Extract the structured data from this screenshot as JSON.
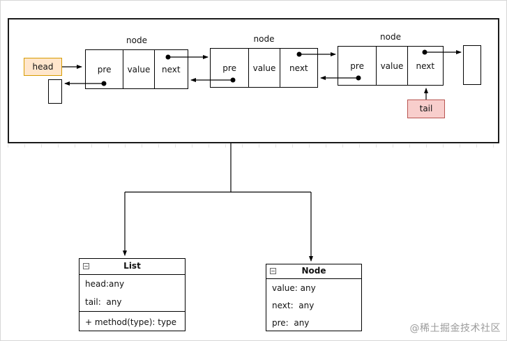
{
  "diagram": {
    "head": {
      "label": "head",
      "fill": "#ffe6cc",
      "border": "#d79b00"
    },
    "tail": {
      "label": "tail",
      "fill": "#f8cecc",
      "border": "#b85450"
    },
    "nodes": [
      {
        "label": "node",
        "cells": [
          "pre",
          "value",
          "next"
        ]
      },
      {
        "label": "node",
        "cells": [
          "pre",
          "value",
          "next"
        ]
      },
      {
        "label": "node",
        "cells": [
          "pre",
          "value",
          "next"
        ]
      }
    ]
  },
  "uml": {
    "list_class": {
      "title": "List",
      "attributes": [
        "head:any",
        "tail:  any"
      ],
      "methods": [
        "+ method(type): type"
      ]
    },
    "node_class": {
      "title": "Node",
      "attributes": [
        "value: any",
        "next:  any",
        "pre:  any"
      ]
    }
  },
  "watermark": {
    "text": "@稀土掘金技术社区",
    "color": "#9b9b9b"
  }
}
